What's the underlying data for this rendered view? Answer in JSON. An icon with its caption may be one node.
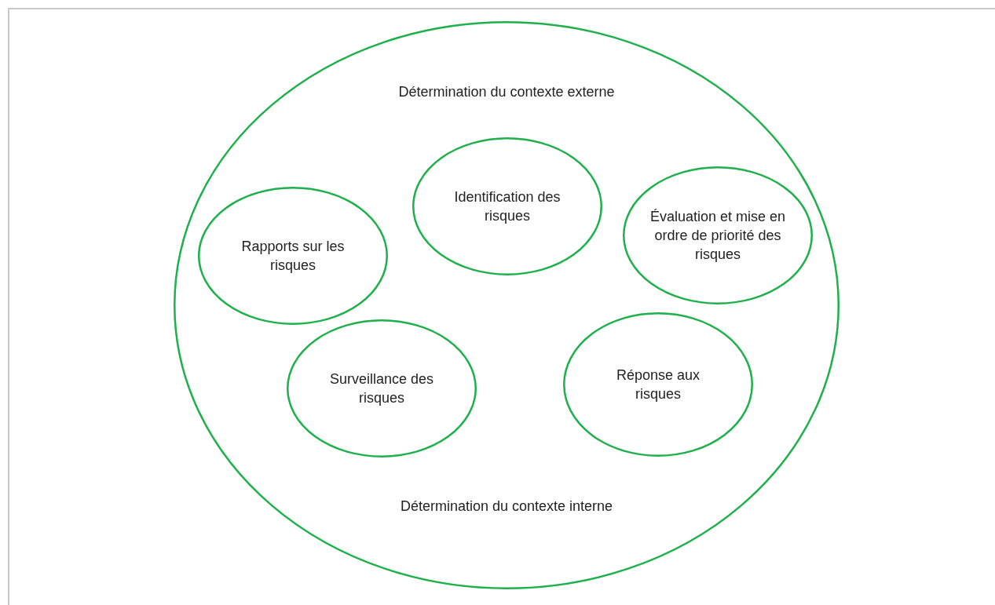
{
  "diagram": {
    "nodes": [
      {
        "text": [
          "Détermination du contexte externe",
          "Détermination du contexte interne"
        ]
      },
      {
        "text": [
          "Identification des risques"
        ],
        "in": 0
      },
      {
        "text": [
          "Évaluation et mise en ordre de priorité des risques"
        ],
        "in": 0
      },
      {
        "text": [
          "Rapports sur les risques"
        ],
        "in": 0
      },
      {
        "text": [
          "Réponse aux risques"
        ],
        "in": 0
      },
      {
        "text": [
          "Surveillance des risques"
        ],
        "in": 0
      }
    ],
    "edges": []
  }
}
